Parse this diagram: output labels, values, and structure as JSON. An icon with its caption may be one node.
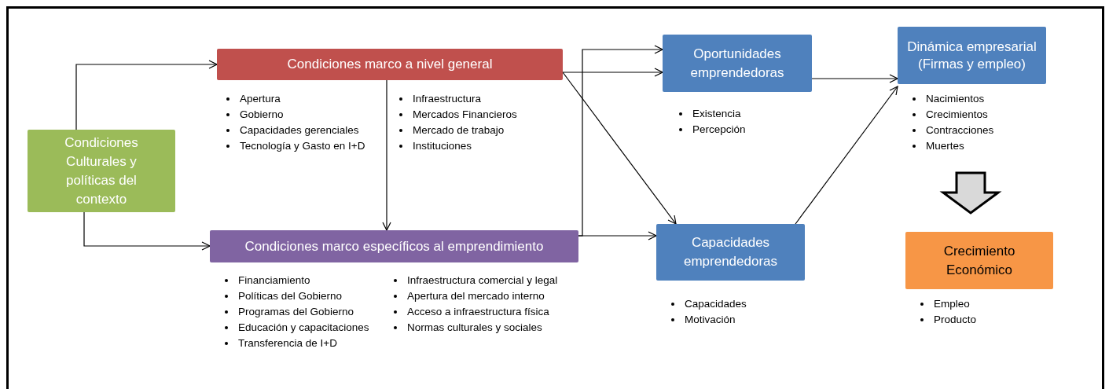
{
  "diagram": {
    "nodes": [
      {
        "text": [
          "Condiciones Culturales y políticas del contexto"
        ]
      },
      {
        "text": [
          "Condiciones marco a nivel general"
        ],
        "beside": [
          "Apertura",
          "Gobierno",
          "Capacidades gerenciales",
          "Tecnología y Gasto  en I+D",
          "Infraestructura",
          "Mercados Financieros",
          "Mercado de trabajo",
          "Instituciones"
        ]
      },
      {
        "text": [
          "Condiciones marco  específicos al emprendimiento"
        ],
        "beside": [
          "Financiamiento",
          "Políticas del Gobierno",
          "Programas del Gobierno",
          "Educación y capacitaciones",
          "Transferencia de I+D",
          "Infraestructura comercial y legal",
          "Apertura del mercado interno",
          "Acceso a infraestructura física",
          "Normas culturales y sociales"
        ]
      },
      {
        "text": [
          "Oportunidades emprendedoras"
        ],
        "beside": [
          "Existencia",
          "Percepción"
        ]
      },
      {
        "text": [
          "Capacidades emprendedoras"
        ],
        "beside": [
          "Capacidades",
          "Motivación"
        ]
      },
      {
        "text": [
          "Dinámica empresarial (Firmas y empleo)"
        ],
        "beside": [
          "Nacimientos",
          "Crecimientos",
          "Contracciones",
          "Muertes"
        ]
      },
      {
        "text": [
          "Crecimiento Económico"
        ],
        "beside": [
          "Empleo",
          "Producto"
        ]
      }
    ],
    "edges": [
      {
        "from": 0,
        "to": 1,
        "arrow": "to"
      },
      {
        "from": 0,
        "to": 2,
        "arrow": "to"
      },
      {
        "from": 1,
        "to": 2,
        "arrow": "to"
      },
      {
        "from": 1,
        "to": 3,
        "arrow": "to"
      },
      {
        "from": 1,
        "to": 4,
        "arrow": "to"
      },
      {
        "from": 2,
        "to": 3,
        "arrow": "to"
      },
      {
        "from": 2,
        "to": 4,
        "arrow": "to"
      },
      {
        "from": 3,
        "to": 5,
        "arrow": "to"
      },
      {
        "from": 4,
        "to": 5,
        "arrow": "to"
      },
      {
        "from": 5,
        "to": 6,
        "arrow": "to",
        "style": "thick"
      }
    ]
  }
}
